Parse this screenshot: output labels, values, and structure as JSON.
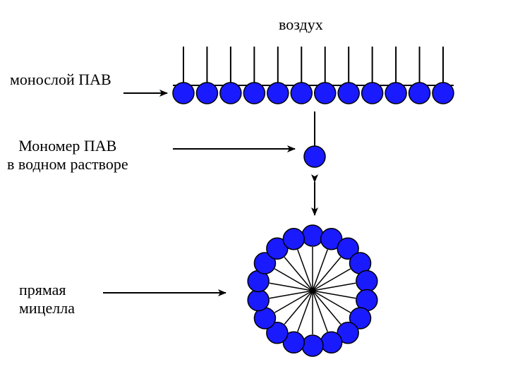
{
  "labels": {
    "air": "воздух",
    "monolayer": "монослой ПАВ",
    "monomer_line1": "Мономер ПАВ",
    "monomer_line2": "в водном растворе",
    "micelle_line1": "прямая",
    "micelle_line2": "мицелла"
  },
  "colors": {
    "head_fill": "#1a1aff",
    "head_stroke": "#000000",
    "line": "#000000",
    "background": "#ffffff"
  },
  "counts": {
    "monolayer_heads": 12,
    "micelle_heads": 18
  }
}
